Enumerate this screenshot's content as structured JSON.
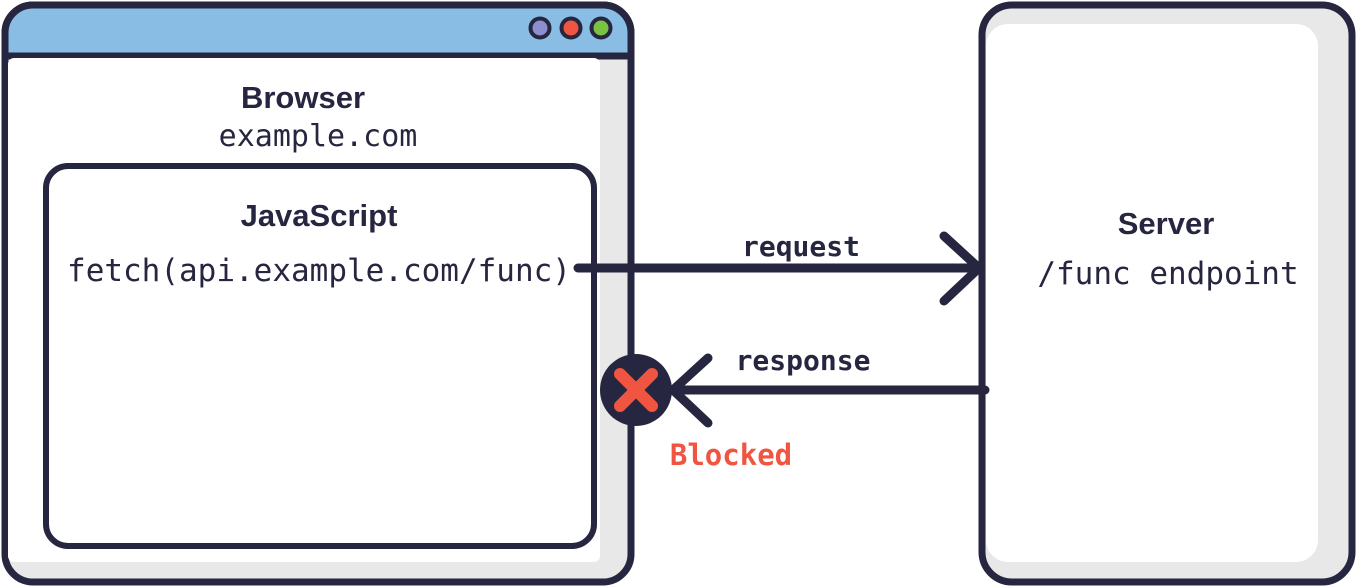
{
  "diagram": {
    "title": "CORS blocked cross-origin request diagram",
    "colors": {
      "ink": "#272640",
      "titlebar_blue": "#8abde4",
      "shadow_gray": "#e8e8e8",
      "panel_white": "#ffffff",
      "accent_red": "#ef5540",
      "dot_purple": "#8b8fd0",
      "dot_red": "#ef5540",
      "dot_green": "#7cc242"
    }
  },
  "browser": {
    "name": "browser-window",
    "title": "Browser",
    "origin": "example.com",
    "titlebar_dots": [
      {
        "name": "window-dot-purple",
        "color": "#8b8fd0"
      },
      {
        "name": "window-dot-red",
        "color": "#ef5540"
      },
      {
        "name": "window-dot-green",
        "color": "#7cc242"
      }
    ],
    "javascript_box": {
      "name": "javascript-box",
      "title": "JavaScript",
      "code": "fetch(api.example.com/func)"
    }
  },
  "server": {
    "name": "server-box",
    "title": "Server",
    "endpoint": "/func endpoint"
  },
  "flows": [
    {
      "name": "request-arrow",
      "label": "request",
      "direction": "browser-to-server",
      "blocked": false
    },
    {
      "name": "response-arrow",
      "label": "response",
      "direction": "server-to-browser",
      "blocked": true,
      "blocked_label": "Blocked",
      "blocked_icon": "x-circle-icon"
    }
  ]
}
